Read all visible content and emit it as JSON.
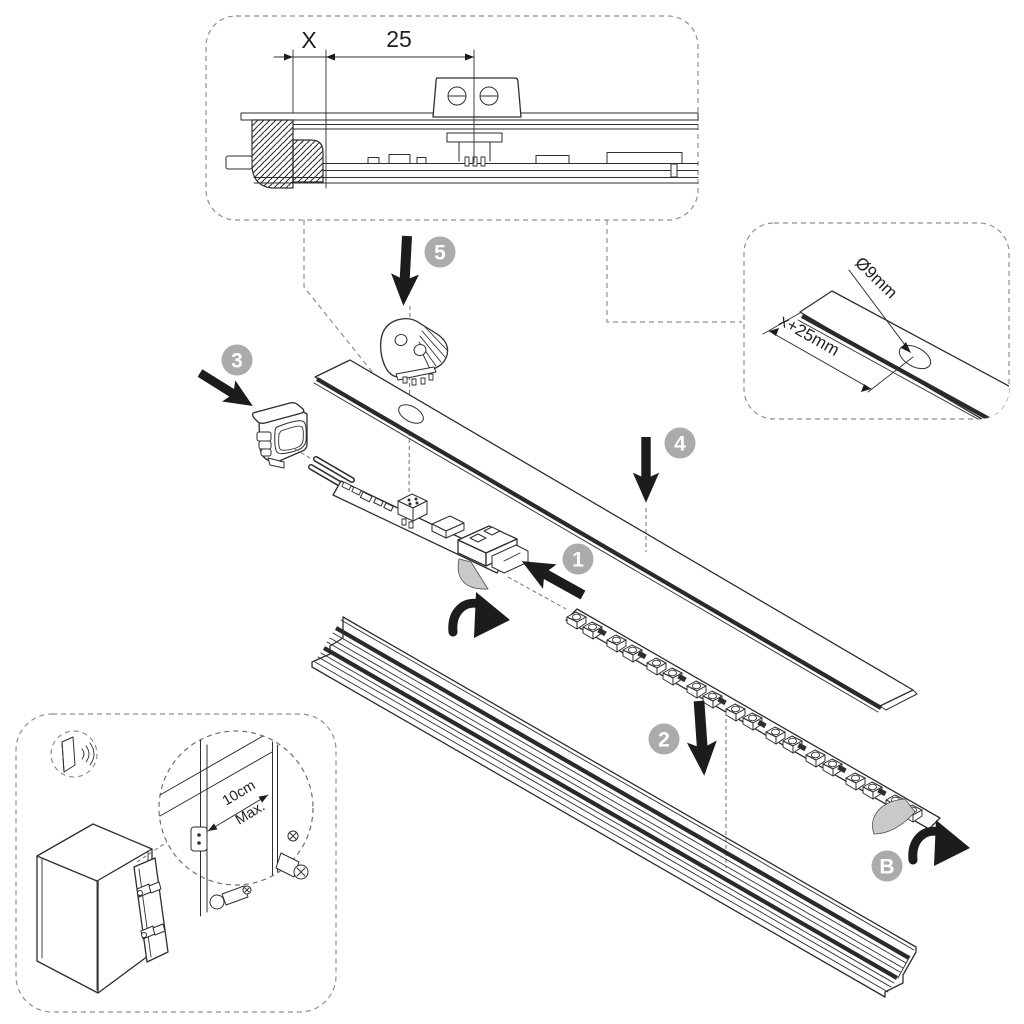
{
  "colors": {
    "line": "#2e2e2e",
    "dash": "#8f8f8f",
    "badge": "#ababab",
    "badge_text": "#ffffff",
    "arrow": "#1c1c1c",
    "peel": "#c9c9c9",
    "background": "#ffffff"
  },
  "callout_top": {
    "dim_x": "X",
    "dim_width": "25"
  },
  "callout_hole": {
    "diameter": "Ø9mm",
    "offset": "x+25mm"
  },
  "callout_cabinet": {
    "distance": "10cm",
    "limit": "Max."
  },
  "steps": {
    "s1": "1",
    "s2": "2",
    "s3": "3",
    "s4": "4",
    "s5": "5"
  },
  "variant": {
    "label": "B"
  }
}
